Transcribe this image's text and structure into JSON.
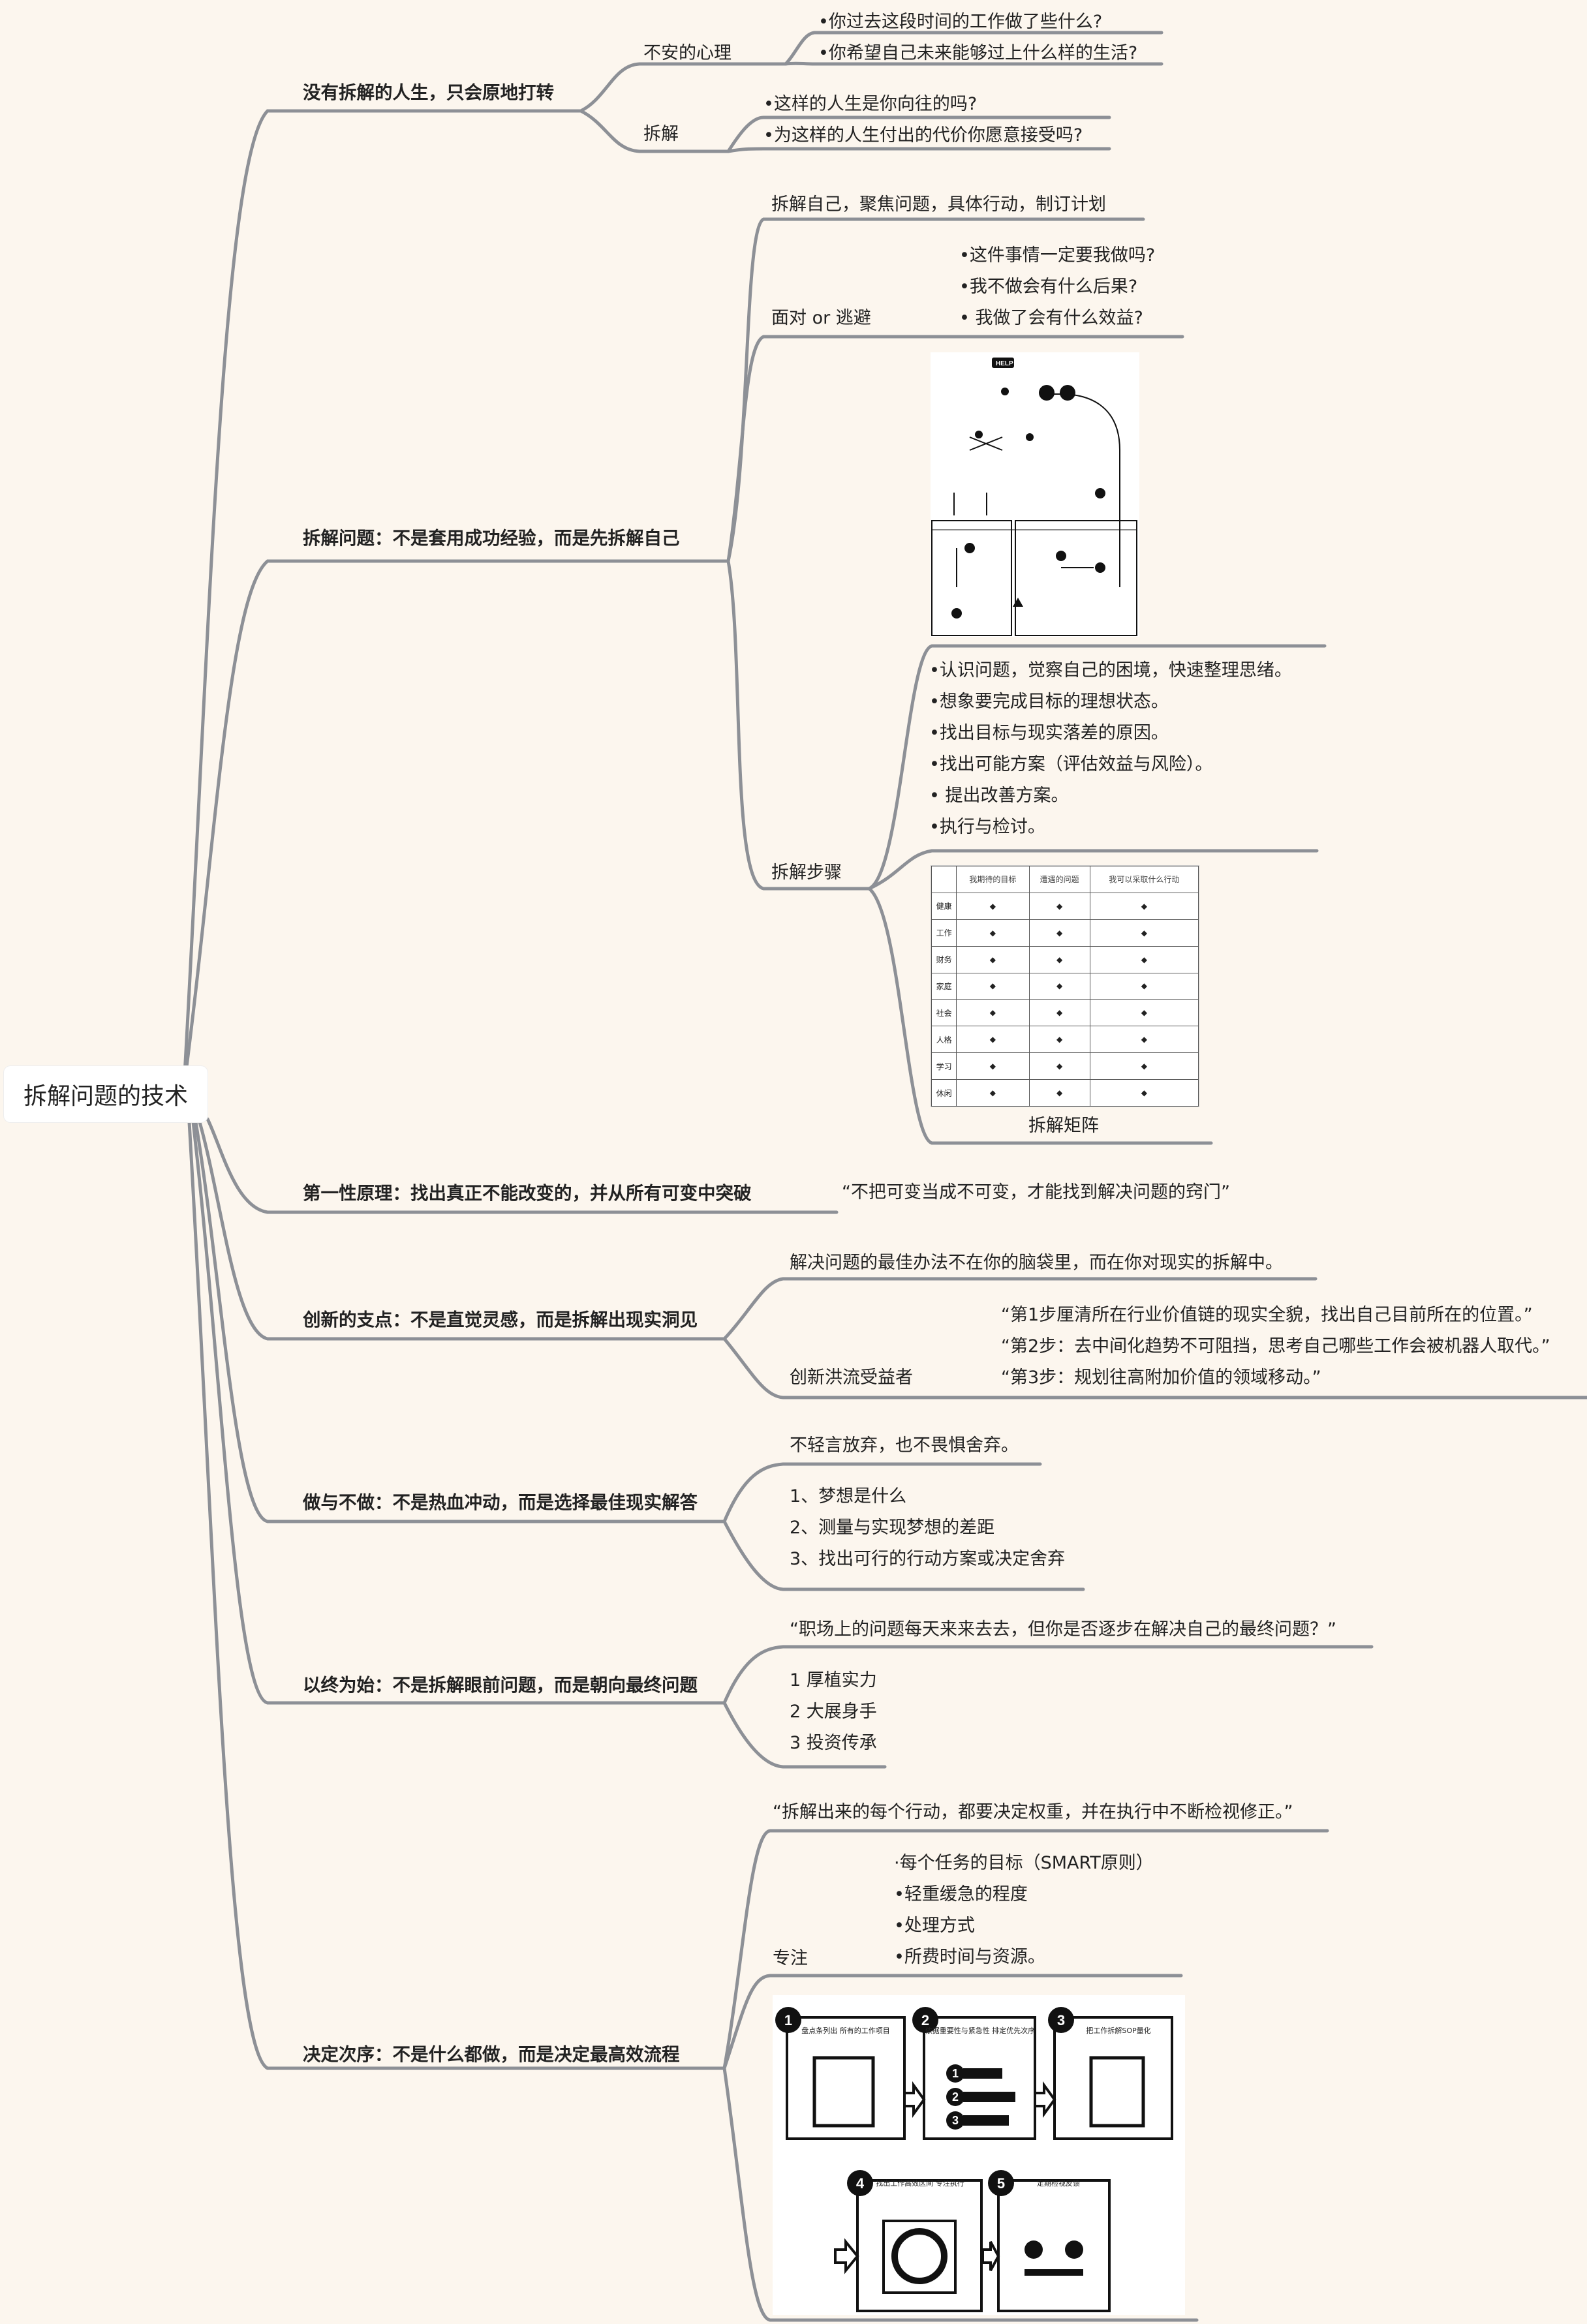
{
  "root": "拆解问题的技术",
  "branches": {
    "b1": {
      "label": "没有拆解的人生，只会原地打转",
      "c1": {
        "label": "不安的心理",
        "items": [
          "•你过去这段时间的工作做了些什么?",
          "•你希望自己未来能够过上什么样的生活?"
        ]
      },
      "c2": {
        "label": "拆解",
        "items": [
          "•这样的人生是你向往的吗?",
          "•为这样的人生付出的代价你愿意接受吗?"
        ]
      }
    },
    "b2": {
      "label": "拆解问题：不是套用成功经验，而是先拆解自己",
      "c1": "拆解自己，聚焦问题，具体行动，制订计划",
      "c2": {
        "label": "面对 or 逃避",
        "items": [
          "•这件事情一定要我做吗?",
          "•我不做会有什么后果?",
          "• 我做了会有什么效益?"
        ]
      },
      "c3": {
        "label": "拆解步骤",
        "items": [
          "•认识问题，觉察自己的困境，快速整理思绪。",
          "•想象要完成目标的理想状态。",
          "•找出目标与现实落差的原因。",
          "•找出可能方案（评估效益与风险）。",
          "• 提出改善方案。",
          "•执行与检讨。"
        ],
        "matrix_caption": "拆解矩阵",
        "matrix_headers": [
          "",
          "我期待的目标",
          "遭遇的问题",
          "我可以采取什么行动"
        ],
        "matrix_rows": [
          "健康",
          "工作",
          "财务",
          "家庭",
          "社会",
          "人格",
          "学习",
          "休闲"
        ],
        "bullet": "◆"
      },
      "diagram_text": {
        "help": "HELP"
      }
    },
    "b3": {
      "label": "第一性原理：找出真正不能改变的，并从所有可变中突破",
      "quote": "“不把可变当成不可变，才能找到解决问题的窍门”"
    },
    "b4": {
      "label": "创新的支点：不是直觉灵感，而是拆解出现实洞见",
      "c1": "解决问题的最佳办法不在你的脑袋里，而在你对现实的拆解中。",
      "c2": {
        "label": "创新洪流受益者",
        "items": [
          "“第1步厘清所在行业价值链的现实全貌，找出自己目前所在的位置。”",
          "“第2步：去中间化趋势不可阻挡，思考自己哪些工作会被机器人取代。”",
          "“第3步：规划往高附加价值的领域移动。”"
        ]
      }
    },
    "b5": {
      "label": "做与不做：不是热血冲动，而是选择最佳现实解答",
      "c1": "不轻言放弃，也不畏惧舍弃。",
      "items": [
        "1、梦想是什么",
        "2、测量与实现梦想的差距",
        "3、找出可行的行动方案或决定舍弃"
      ]
    },
    "b6": {
      "label": "以终为始：不是拆解眼前问题，而是朝向最终问题",
      "c1": "“职场上的问题每天来来去去，但你是否逐步在解决自己的最终问题？”",
      "items": [
        "1 厚植实力",
        "2 大展身手",
        "3 投资传承"
      ]
    },
    "b7": {
      "label": "决定次序：不是什么都做，而是决定最高效流程",
      "c1": "“拆解出来的每个行动，都要决定权重，并在执行中不断检视修正。”",
      "c2": {
        "label": "专注",
        "items": [
          "·每个任务的目标（SMART原则）",
          "•轻重缓急的程度",
          "•处理方式",
          "•所费时间与资源。"
        ]
      },
      "steps": [
        {
          "n": "1",
          "label": "盘点条列出 所有的工作项目"
        },
        {
          "n": "2",
          "label": "依据重要性与紧急性 排定优先次序"
        },
        {
          "n": "3",
          "label": "把工作拆解SOP量化"
        },
        {
          "n": "4",
          "label": "找出工作高效区间 专注执行"
        },
        {
          "n": "5",
          "label": "定期检视反馈"
        }
      ],
      "priority_nums": [
        "1",
        "2",
        "3"
      ]
    }
  },
  "colors": {
    "background": "#fcf6ee",
    "line": "#8d9096",
    "text": "#222222"
  }
}
